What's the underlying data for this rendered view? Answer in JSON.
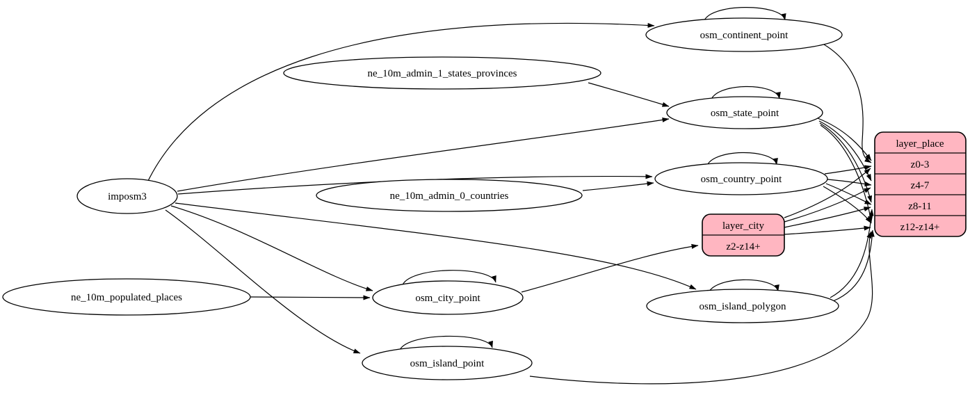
{
  "diagram": {
    "kind": "graphviz-etl-diagram",
    "colors": {
      "background": "#ffffff",
      "table_node_fill": "#ffffff",
      "layer_record_fill": "#ffb6c1",
      "stroke": "#000000"
    },
    "nodes": [
      {
        "id": "imposm3",
        "label": "imposm3",
        "shape": "ellipse"
      },
      {
        "id": "ne_10m_admin_1_states_provinces",
        "label": "ne_10m_admin_1_states_provinces",
        "shape": "ellipse"
      },
      {
        "id": "ne_10m_admin_0_countries",
        "label": "ne_10m_admin_0_countries",
        "shape": "ellipse"
      },
      {
        "id": "ne_10m_populated_places",
        "label": "ne_10m_populated_places",
        "shape": "ellipse"
      },
      {
        "id": "osm_continent_point",
        "label": "osm_continent_point",
        "shape": "ellipse",
        "self_loop": true
      },
      {
        "id": "osm_state_point",
        "label": "osm_state_point",
        "shape": "ellipse",
        "self_loop": true
      },
      {
        "id": "osm_country_point",
        "label": "osm_country_point",
        "shape": "ellipse",
        "self_loop": true
      },
      {
        "id": "osm_city_point",
        "label": "osm_city_point",
        "shape": "ellipse",
        "self_loop": true
      },
      {
        "id": "osm_island_polygon",
        "label": "osm_island_polygon",
        "shape": "ellipse",
        "self_loop": true
      },
      {
        "id": "osm_island_point",
        "label": "osm_island_point",
        "shape": "ellipse",
        "self_loop": true
      }
    ],
    "records": [
      {
        "id": "layer_city",
        "title": "layer_city",
        "rows": [
          "z2-z14+"
        ]
      },
      {
        "id": "layer_place",
        "title": "layer_place",
        "rows": [
          "z0-3",
          "z4-7",
          "z8-11",
          "z12-z14+"
        ]
      }
    ],
    "edges": [
      {
        "from": "imposm3",
        "to": "osm_continent_point"
      },
      {
        "from": "imposm3",
        "to": "osm_state_point"
      },
      {
        "from": "imposm3",
        "to": "osm_country_point"
      },
      {
        "from": "imposm3",
        "to": "osm_city_point"
      },
      {
        "from": "imposm3",
        "to": "osm_island_polygon"
      },
      {
        "from": "imposm3",
        "to": "osm_island_point"
      },
      {
        "from": "ne_10m_admin_1_states_provinces",
        "to": "osm_state_point"
      },
      {
        "from": "ne_10m_admin_0_countries",
        "to": "osm_country_point"
      },
      {
        "from": "ne_10m_populated_places",
        "to": "osm_city_point"
      },
      {
        "from": "osm_continent_point",
        "to": "osm_continent_point"
      },
      {
        "from": "osm_state_point",
        "to": "osm_state_point"
      },
      {
        "from": "osm_country_point",
        "to": "osm_country_point"
      },
      {
        "from": "osm_city_point",
        "to": "osm_city_point"
      },
      {
        "from": "osm_island_polygon",
        "to": "osm_island_polygon"
      },
      {
        "from": "osm_island_point",
        "to": "osm_island_point"
      },
      {
        "from": "osm_city_point",
        "to": "layer_city",
        "port": "z2-z14+"
      },
      {
        "from": "osm_continent_point",
        "to": "layer_place",
        "port": "z0-3"
      },
      {
        "from": "osm_state_point",
        "to": "layer_place",
        "port": "z0-3"
      },
      {
        "from": "osm_state_point",
        "to": "layer_place",
        "port": "z4-7"
      },
      {
        "from": "osm_state_point",
        "to": "layer_place",
        "port": "z8-11"
      },
      {
        "from": "osm_state_point",
        "to": "layer_place",
        "port": "z12-z14+"
      },
      {
        "from": "osm_country_point",
        "to": "layer_place",
        "port": "z0-3"
      },
      {
        "from": "osm_country_point",
        "to": "layer_place",
        "port": "z4-7"
      },
      {
        "from": "osm_country_point",
        "to": "layer_place",
        "port": "z8-11"
      },
      {
        "from": "osm_country_point",
        "to": "layer_place",
        "port": "z12-z14+"
      },
      {
        "from": "layer_city",
        "to": "layer_place",
        "port": "z0-3"
      },
      {
        "from": "layer_city",
        "to": "layer_place",
        "port": "z4-7"
      },
      {
        "from": "layer_city",
        "to": "layer_place",
        "port": "z8-11"
      },
      {
        "from": "layer_city",
        "to": "layer_place",
        "port": "z12-z14+"
      },
      {
        "from": "osm_island_polygon",
        "to": "layer_place",
        "port": "z8-11"
      },
      {
        "from": "osm_island_polygon",
        "to": "layer_place",
        "port": "z12-z14+"
      },
      {
        "from": "osm_island_point",
        "to": "layer_place",
        "port": "z12-z14+"
      }
    ]
  }
}
